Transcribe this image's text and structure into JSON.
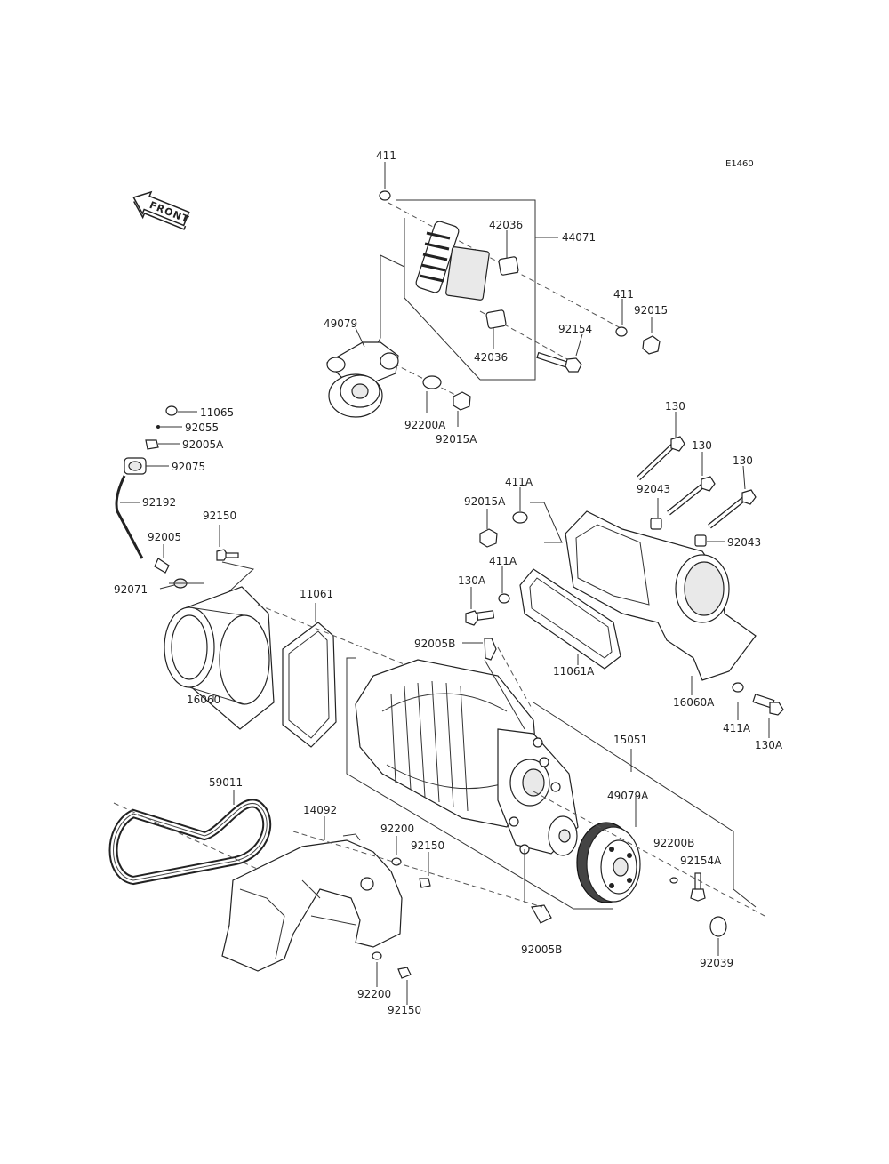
{
  "diagram_code": "E1460",
  "front_label": "FRONT",
  "labels": {
    "l411_top": "411",
    "l42036_top": "42036",
    "l44071": "44071",
    "l411_right": "411",
    "l92015": "92015",
    "l92154": "92154",
    "l42036_bottom": "42036",
    "l49079": "49079",
    "l92200A": "92200A",
    "l92015A_top": "92015A",
    "l11065": "11065",
    "l92055": "92055",
    "l92005A": "92005A",
    "l92075": "92075",
    "l92192": "92192",
    "l92150_left": "92150",
    "l92005": "92005",
    "l92071": "92071",
    "l130_a": "130",
    "l130_b": "130",
    "l130_c": "130",
    "l92043_a": "92043",
    "l92043_b": "92043",
    "l411A_top": "411A",
    "l92015A_mid": "92015A",
    "l411A_mid": "411A",
    "l130A_left": "130A",
    "l92005B_top": "92005B",
    "l11061": "11061",
    "l11061A": "11061A",
    "l16060": "16060",
    "l16060A": "16060A",
    "l411A_bottom": "411A",
    "l130A_right": "130A",
    "l15051": "15051",
    "l49079A": "49079A",
    "l92200B": "92200B",
    "l92154A": "92154A",
    "l92039": "92039",
    "l92005B_bottom": "92005B",
    "l59011": "59011",
    "l14092": "14092",
    "l92200_top": "92200",
    "l92150_mid": "92150",
    "l92200_bottom": "92200",
    "l92150_bottom": "92150"
  }
}
